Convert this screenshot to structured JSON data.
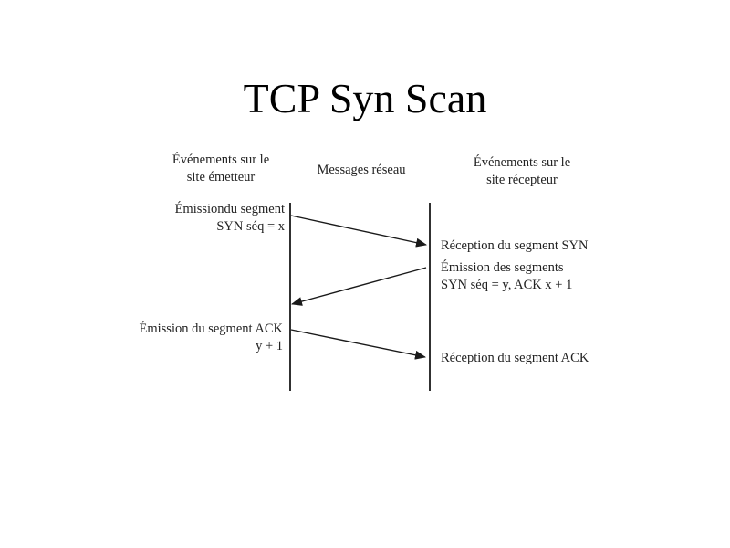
{
  "slide": {
    "title": "TCP Syn Scan"
  },
  "diagram": {
    "columns": {
      "sender_header": [
        "Événements sur le",
        "site émetteur"
      ],
      "network_header": "Messages réseau",
      "receiver_header": [
        "Événements sur le",
        "site récepteur"
      ]
    },
    "events": {
      "syn_send": [
        "Émissiondu segment",
        "SYN séq = x"
      ],
      "syn_receive": "Réception du segment SYN",
      "synack_send": [
        "Émission des segments",
        "SYN séq = y, ACK x + 1"
      ],
      "ack_send": [
        "Émission du segment ACK",
        "y + 1"
      ],
      "ack_receive": "Réception du segment ACK"
    },
    "colors": {
      "line": "#1a1a1a",
      "text": "#222222"
    }
  }
}
